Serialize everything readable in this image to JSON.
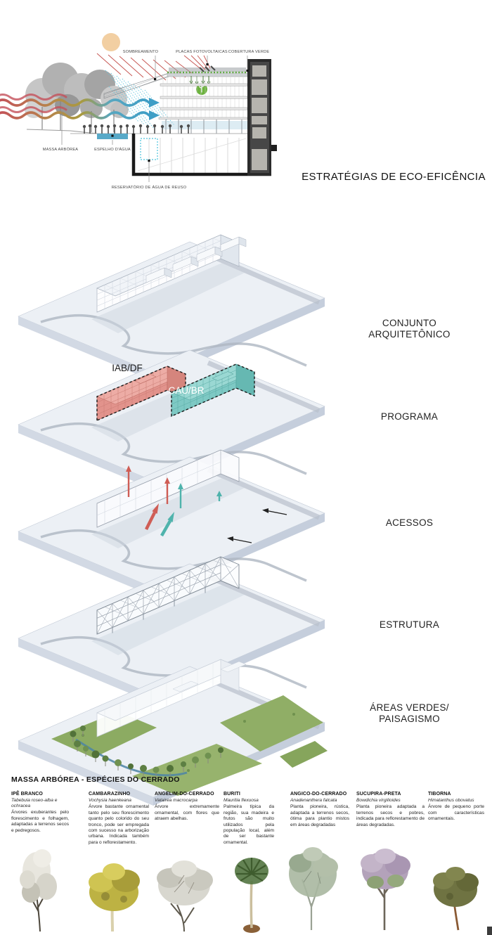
{
  "eco": {
    "title": "ESTRATÉGIAS DE ECO-EFICÊNCIA",
    "labels": {
      "sombreamento": "SOMBREAMENTO",
      "placas_fotovoltaicas": "PLACAS FOTOVOLTAICAS",
      "cobertura_verde": "COBERTURA VERDE",
      "massa_arborea": "MASSA ARBÓREA",
      "espelho_dagua": "ESPELHO D'ÁGUA",
      "reservatorio": "RESERVATÓRIO DE ÁGUA DE REUSO"
    }
  },
  "layers": [
    {
      "line1": "CONJUNTO",
      "line2": "ARQUITETÔNICO"
    },
    {
      "line1": "PROGRAMA",
      "line2": "",
      "blocks": {
        "left": "IAB/DF",
        "right": "CAU/BR"
      }
    },
    {
      "line1": "ACESSOS",
      "line2": ""
    },
    {
      "line1": "ESTRUTURA",
      "line2": ""
    },
    {
      "line1": "ÁREAS VERDES/",
      "line2": "PAISAGISMO"
    }
  ],
  "species": {
    "header": "MASSA ARBÓREA -  ESPÉCIES DO CERRADO",
    "items": [
      {
        "name": "IPÊ BRANCO",
        "binomial": "Tabebuia roseo-alba e ochracea",
        "description": "Árvores exuberantes pelo florescimento e folhagem, adaptadas a terrenos secos e pedregosos."
      },
      {
        "name": "CAMBARAZINHO",
        "binomial": "Vochysia haenkeana",
        "description": "Árvore bastante ornamental tanto pelo seu florescimento quanto pelo colorido do seu tronco, pode ser empregada com sucesso na arborização urbana. Indicada também para o reflorestamento."
      },
      {
        "name": "ANGELIM-DO-CERRADO",
        "binomial": "Vatairea macrocarpa",
        "description": "Árvore extremamente ornamental, com flores que atraem abelhas."
      },
      {
        "name": "BURITI",
        "binomial": "Mauritia flexuosa",
        "description": "Palmeira típica da região, sua madeira e frutos são muito utilizados pela população local, além de ser bastante ornamental."
      },
      {
        "name": "ANGICO-DO-CERRADO",
        "binomial": "Anadenanthera falcata",
        "description": "Planta pioneira, rústica, adaptada a terrenos secos, ótima para plantio mistos em áreas degradadas"
      },
      {
        "name": "SUCUPIRA-PRETA",
        "binomial": "Bowdichia virgilioides",
        "description": "Planta pioneira adaptada a terrenos secos e pobres, indicada para reflorestamento de áreas degradadas."
      },
      {
        "name": "TIBORNA",
        "binomial": "Himatanthus obovatus",
        "description": "Árvore de pequeno porte com características ornamentais."
      }
    ]
  },
  "colors": {
    "program_iab": "#e2938c",
    "program_cau": "#7ec9c4",
    "wind_red": "#c4505a",
    "wind_gold": "#ab9440",
    "wind_blue": "#3e9ec6",
    "green_roof": "#5da93e",
    "eco_icon_green": "#6db33f",
    "water_blue": "#58a9c8",
    "reservoir_cyan": "#4cc3dd",
    "slab_top": "#ecf0f5",
    "slab_side": "#c5cedc",
    "sun": "#f2cfa2"
  }
}
